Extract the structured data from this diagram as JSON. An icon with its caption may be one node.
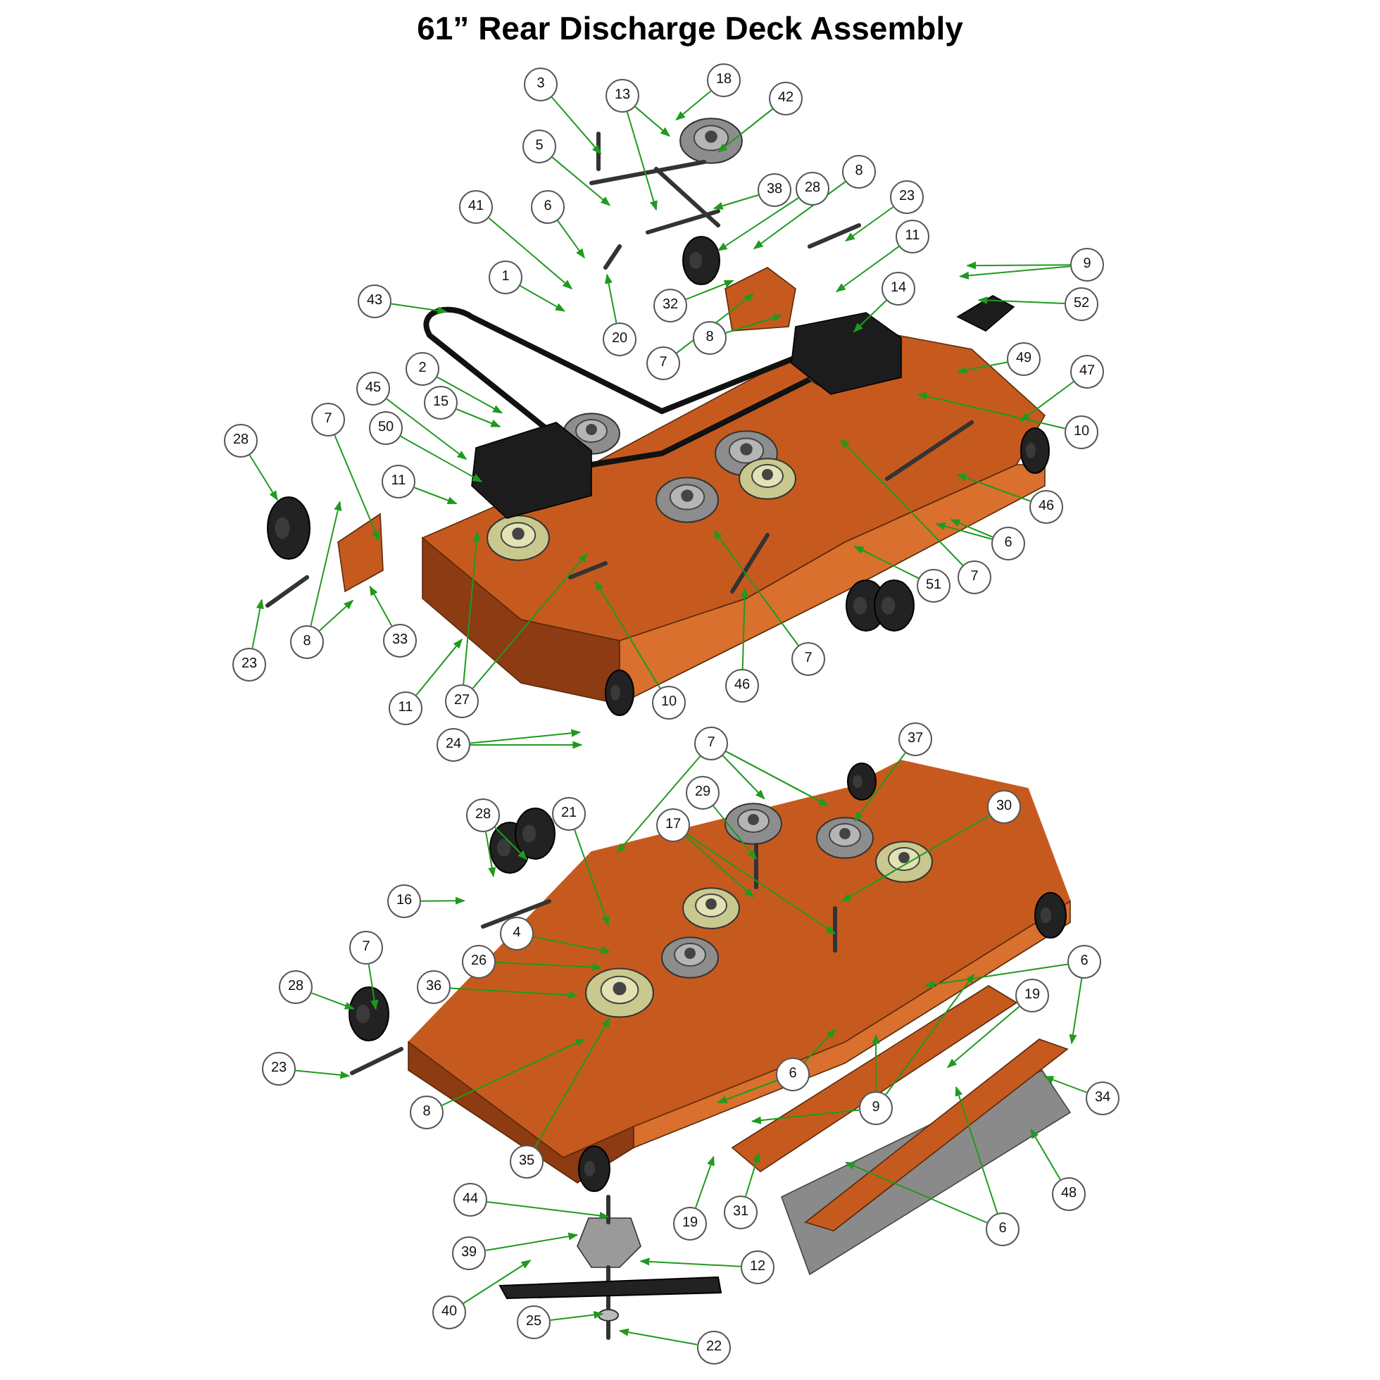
{
  "diagram": {
    "title": "61” Rear Discharge Deck Assembly",
    "nodes": [
      {
        "text": [
          "3"
        ]
      },
      {
        "text": [
          "13"
        ]
      },
      {
        "text": [
          "18"
        ]
      },
      {
        "text": [
          "42"
        ]
      },
      {
        "text": [
          "5"
        ]
      },
      {
        "text": [
          "41"
        ]
      },
      {
        "text": [
          "6"
        ]
      },
      {
        "text": [
          "38"
        ]
      },
      {
        "text": [
          "28"
        ]
      },
      {
        "text": [
          "8"
        ]
      },
      {
        "text": [
          "23"
        ]
      },
      {
        "text": [
          "11"
        ]
      },
      {
        "text": [
          "9"
        ]
      },
      {
        "text": [
          "1"
        ]
      },
      {
        "text": [
          "32"
        ]
      },
      {
        "text": [
          "52"
        ]
      },
      {
        "text": [
          "14"
        ]
      },
      {
        "text": [
          "43"
        ]
      },
      {
        "text": [
          "20"
        ]
      },
      {
        "text": [
          "7"
        ]
      },
      {
        "text": [
          "8"
        ]
      },
      {
        "text": [
          "49"
        ]
      },
      {
        "text": [
          "47"
        ]
      },
      {
        "text": [
          "2"
        ]
      },
      {
        "text": [
          "15"
        ]
      },
      {
        "text": [
          "45"
        ]
      },
      {
        "text": [
          "50"
        ]
      },
      {
        "text": [
          "28"
        ]
      },
      {
        "text": [
          "7"
        ]
      },
      {
        "text": [
          "11"
        ]
      },
      {
        "text": [
          "10"
        ]
      },
      {
        "text": [
          "46"
        ]
      },
      {
        "text": [
          "6"
        ]
      },
      {
        "text": [
          "7"
        ]
      },
      {
        "text": [
          "51"
        ]
      },
      {
        "text": [
          "23"
        ]
      },
      {
        "text": [
          "8"
        ]
      },
      {
        "text": [
          "33"
        ]
      },
      {
        "text": [
          "7"
        ]
      },
      {
        "text": [
          "46"
        ]
      },
      {
        "text": [
          "11"
        ]
      },
      {
        "text": [
          "27"
        ]
      },
      {
        "text": [
          "10"
        ]
      },
      {
        "text": [
          "24"
        ]
      },
      {
        "text": [
          "7"
        ]
      },
      {
        "text": [
          "37"
        ]
      },
      {
        "text": [
          "29"
        ]
      },
      {
        "text": [
          "17"
        ]
      },
      {
        "text": [
          "28"
        ]
      },
      {
        "text": [
          "21"
        ]
      },
      {
        "text": [
          "30"
        ]
      },
      {
        "text": [
          "16"
        ]
      },
      {
        "text": [
          "4"
        ]
      },
      {
        "text": [
          "26"
        ]
      },
      {
        "text": [
          "6"
        ]
      },
      {
        "text": [
          "7"
        ]
      },
      {
        "text": [
          "36"
        ]
      },
      {
        "text": [
          "28"
        ]
      },
      {
        "text": [
          "19"
        ]
      },
      {
        "text": [
          "23"
        ]
      },
      {
        "text": [
          "6"
        ]
      },
      {
        "text": [
          "9"
        ]
      },
      {
        "text": [
          "34"
        ]
      },
      {
        "text": [
          "8"
        ]
      },
      {
        "text": [
          "35"
        ]
      },
      {
        "text": [
          "48"
        ]
      },
      {
        "text": [
          "19"
        ]
      },
      {
        "text": [
          "31"
        ]
      },
      {
        "text": [
          "6"
        ]
      },
      {
        "text": [
          "44"
        ]
      },
      {
        "text": [
          "39"
        ]
      },
      {
        "text": [
          "12"
        ]
      },
      {
        "text": [
          "40"
        ]
      },
      {
        "text": [
          "25"
        ]
      },
      {
        "text": [
          "22"
        ]
      }
    ],
    "edges": [
      {
        "from": 0,
        "to": null,
        "arrow": "to"
      },
      {
        "from": 1,
        "to": null,
        "arrow": "to"
      },
      {
        "from": 1,
        "to": null,
        "arrow": "to"
      },
      {
        "from": 2,
        "to": null,
        "arrow": "to"
      },
      {
        "from": 3,
        "to": null,
        "arrow": "to"
      },
      {
        "from": 4,
        "to": null,
        "arrow": "to"
      },
      {
        "from": 5,
        "to": null,
        "arrow": "to"
      },
      {
        "from": 6,
        "to": null,
        "arrow": "to"
      },
      {
        "from": 7,
        "to": null,
        "arrow": "to"
      },
      {
        "from": 8,
        "to": null,
        "arrow": "to"
      },
      {
        "from": 9,
        "to": null,
        "arrow": "to"
      },
      {
        "from": 10,
        "to": null,
        "arrow": "to"
      },
      {
        "from": 11,
        "to": null,
        "arrow": "to"
      },
      {
        "from": 12,
        "to": null,
        "arrow": "to"
      },
      {
        "from": 12,
        "to": null,
        "arrow": "to"
      },
      {
        "from": 13,
        "to": null,
        "arrow": "to"
      },
      {
        "from": 14,
        "to": null,
        "arrow": "to"
      },
      {
        "from": 15,
        "to": null,
        "arrow": "to"
      },
      {
        "from": 16,
        "to": null,
        "arrow": "to"
      },
      {
        "from": 17,
        "to": null,
        "arrow": "to"
      },
      {
        "from": 18,
        "to": null,
        "arrow": "to"
      },
      {
        "from": 19,
        "to": null,
        "arrow": "to"
      },
      {
        "from": 20,
        "to": null,
        "arrow": "to"
      },
      {
        "from": 21,
        "to": null,
        "arrow": "to"
      },
      {
        "from": 22,
        "to": null,
        "arrow": "to"
      },
      {
        "from": 23,
        "to": null,
        "arrow": "to"
      },
      {
        "from": 24,
        "to": null,
        "arrow": "to"
      },
      {
        "from": 25,
        "to": null,
        "arrow": "to"
      },
      {
        "from": 26,
        "to": null,
        "arrow": "to"
      },
      {
        "from": 27,
        "to": null,
        "arrow": "to"
      },
      {
        "from": 28,
        "to": null,
        "arrow": "to"
      },
      {
        "from": 29,
        "to": null,
        "arrow": "to"
      },
      {
        "from": 30,
        "to": null,
        "arrow": "to"
      },
      {
        "from": 31,
        "to": null,
        "arrow": "to"
      },
      {
        "from": 32,
        "to": null,
        "arrow": "to"
      },
      {
        "from": 32,
        "to": null,
        "arrow": "to"
      },
      {
        "from": 33,
        "to": null,
        "arrow": "to"
      },
      {
        "from": 34,
        "to": null,
        "arrow": "to"
      },
      {
        "from": 35,
        "to": null,
        "arrow": "to"
      },
      {
        "from": 36,
        "to": null,
        "arrow": "to"
      },
      {
        "from": 36,
        "to": null,
        "arrow": "to"
      },
      {
        "from": 37,
        "to": null,
        "arrow": "to"
      },
      {
        "from": 38,
        "to": null,
        "arrow": "to"
      },
      {
        "from": 39,
        "to": null,
        "arrow": "to"
      },
      {
        "from": 40,
        "to": null,
        "arrow": "to"
      },
      {
        "from": 41,
        "to": null,
        "arrow": "to"
      },
      {
        "from": 41,
        "to": null,
        "arrow": "to"
      },
      {
        "from": 42,
        "to": null,
        "arrow": "to"
      },
      {
        "from": 43,
        "to": null,
        "arrow": "to"
      },
      {
        "from": 43,
        "to": null,
        "arrow": "to"
      },
      {
        "from": 44,
        "to": null,
        "arrow": "to"
      },
      {
        "from": 44,
        "to": null,
        "arrow": "to"
      },
      {
        "from": 44,
        "to": null,
        "arrow": "to"
      },
      {
        "from": 45,
        "to": null,
        "arrow": "to"
      },
      {
        "from": 46,
        "to": null,
        "arrow": "to"
      },
      {
        "from": 47,
        "to": null,
        "arrow": "to"
      },
      {
        "from": 47,
        "to": null,
        "arrow": "to"
      },
      {
        "from": 48,
        "to": null,
        "arrow": "to"
      },
      {
        "from": 48,
        "to": null,
        "arrow": "to"
      },
      {
        "from": 49,
        "to": null,
        "arrow": "to"
      },
      {
        "from": 50,
        "to": null,
        "arrow": "to"
      },
      {
        "from": 51,
        "to": null,
        "arrow": "to"
      },
      {
        "from": 52,
        "to": null,
        "arrow": "to"
      },
      {
        "from": 53,
        "to": null,
        "arrow": "to"
      },
      {
        "from": 54,
        "to": null,
        "arrow": "to"
      },
      {
        "from": 54,
        "to": null,
        "arrow": "to"
      },
      {
        "from": 55,
        "to": null,
        "arrow": "to"
      },
      {
        "from": 56,
        "to": null,
        "arrow": "to"
      },
      {
        "from": 57,
        "to": null,
        "arrow": "to"
      },
      {
        "from": 58,
        "to": null,
        "arrow": "to"
      },
      {
        "from": 59,
        "to": null,
        "arrow": "to"
      },
      {
        "from": 60,
        "to": null,
        "arrow": "to"
      },
      {
        "from": 60,
        "to": null,
        "arrow": "to"
      },
      {
        "from": 61,
        "to": null,
        "arrow": "to"
      },
      {
        "from": 61,
        "to": null,
        "arrow": "to"
      },
      {
        "from": 61,
        "to": null,
        "arrow": "to"
      },
      {
        "from": 62,
        "to": null,
        "arrow": "to"
      },
      {
        "from": 63,
        "to": null,
        "arrow": "to"
      },
      {
        "from": 64,
        "to": null,
        "arrow": "to"
      },
      {
        "from": 65,
        "to": null,
        "arrow": "to"
      },
      {
        "from": 66,
        "to": null,
        "arrow": "to"
      },
      {
        "from": 67,
        "to": null,
        "arrow": "to"
      },
      {
        "from": 68,
        "to": null,
        "arrow": "to"
      },
      {
        "from": 68,
        "to": null,
        "arrow": "to"
      },
      {
        "from": 69,
        "to": null,
        "arrow": "to"
      },
      {
        "from": 70,
        "to": null,
        "arrow": "to"
      },
      {
        "from": 71,
        "to": null,
        "arrow": "to"
      },
      {
        "from": 72,
        "to": null,
        "arrow": "to"
      },
      {
        "from": 73,
        "to": null,
        "arrow": "to"
      },
      {
        "from": 74,
        "to": null,
        "arrow": "to"
      }
    ]
  }
}
